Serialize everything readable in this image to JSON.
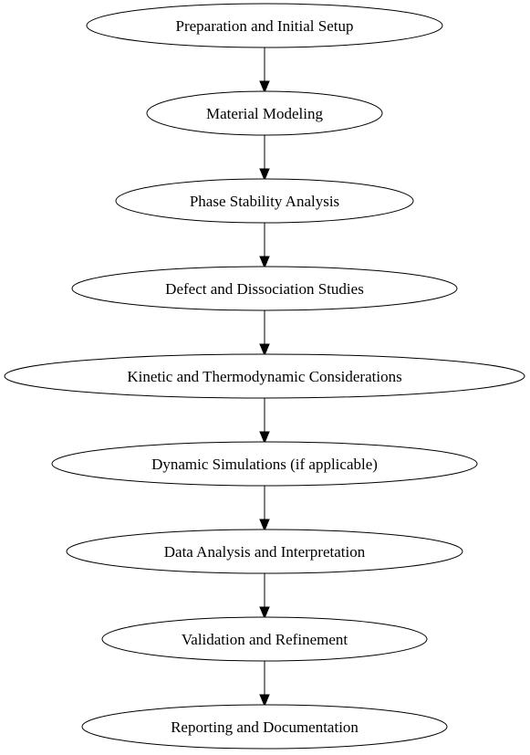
{
  "flowchart": {
    "nodes": [
      {
        "id": "n1",
        "label": "Preparation and Initial Setup"
      },
      {
        "id": "n2",
        "label": "Material Modeling"
      },
      {
        "id": "n3",
        "label": "Phase Stability Analysis"
      },
      {
        "id": "n4",
        "label": "Defect and Dissociation Studies"
      },
      {
        "id": "n5",
        "label": "Kinetic and Thermodynamic Considerations"
      },
      {
        "id": "n6",
        "label": "Dynamic Simulations (if applicable)"
      },
      {
        "id": "n7",
        "label": "Data Analysis and Interpretation"
      },
      {
        "id": "n8",
        "label": "Validation and Refinement"
      },
      {
        "id": "n9",
        "label": "Reporting and Documentation"
      }
    ],
    "edges": [
      {
        "from": "n1",
        "to": "n2"
      },
      {
        "from": "n2",
        "to": "n3"
      },
      {
        "from": "n3",
        "to": "n4"
      },
      {
        "from": "n4",
        "to": "n5"
      },
      {
        "from": "n5",
        "to": "n6"
      },
      {
        "from": "n6",
        "to": "n7"
      },
      {
        "from": "n7",
        "to": "n8"
      },
      {
        "from": "n8",
        "to": "n9"
      }
    ]
  }
}
